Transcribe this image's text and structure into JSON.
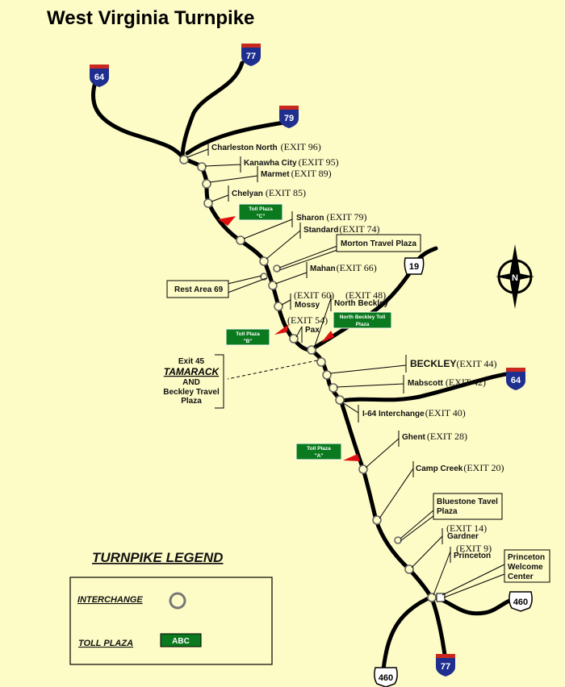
{
  "title": "West Virginia Turnpike",
  "shields": {
    "i64_west": "64",
    "i77_north": "77",
    "i79": "79",
    "us19": "19",
    "i64_east": "64",
    "i77_south": "77",
    "us460_east": "460",
    "us460_south": "460"
  },
  "exits": [
    {
      "name": "Charleston North",
      "exit": "(EXIT 96)"
    },
    {
      "name": "Kanawha City",
      "exit": "(EXIT 95)"
    },
    {
      "name": "Marmet",
      "exit": "(EXIT 89)"
    },
    {
      "name": "Chelyan",
      "exit": "(EXIT 85)"
    },
    {
      "name": "Sharon",
      "exit": "(EXIT 79)"
    },
    {
      "name": "Standard",
      "exit": "(EXIT 74)"
    },
    {
      "name": "Mahan",
      "exit": "(EXIT 66)"
    },
    {
      "name": "Mossy",
      "exit": "(EXIT 60)"
    },
    {
      "name": "Pax",
      "exit": "(EXIT 54)"
    },
    {
      "name": "North Beckley",
      "exit": "(EXIT 48)"
    },
    {
      "name": "BECKLEY",
      "exit": "(EXIT 44)"
    },
    {
      "name": "Mabscott",
      "exit": "(EXIT 42)"
    },
    {
      "name": "I-64 Interchange",
      "exit": "(EXIT 40)"
    },
    {
      "name": "Ghent",
      "exit": "(EXIT 28)"
    },
    {
      "name": "Camp Creek",
      "exit": "(EXIT 20)"
    },
    {
      "name": "Gardner",
      "exit": "(EXIT 14)"
    },
    {
      "name": "Princeton",
      "exit": "(EXIT 9)"
    }
  ],
  "boxes": {
    "morton": "Morton Travel Plaza",
    "rest69": "Rest Area 69",
    "bluestone": [
      "Bluestone Tavel",
      "Plaza"
    ],
    "welcome": [
      "Princeton",
      "Welcome",
      "Center"
    ]
  },
  "tamarack": {
    "line1": "Exit 45",
    "line2": "TAMARACK",
    "line3": "AND",
    "line4": "Beckley Travel",
    "line5": "Plaza"
  },
  "toll_plazas": {
    "c": [
      "Toll Plaza",
      "\"C\""
    ],
    "b": [
      "Toll Plaza",
      "\"B\""
    ],
    "a": [
      "Toll Plaza",
      "\"A\""
    ],
    "north_beckley": [
      "North Beckley Toll",
      "Plaza"
    ]
  },
  "compass": "N",
  "legend": {
    "title": "TURNPIKE LEGEND",
    "interchange": "INTERCHANGE",
    "toll_plaza": "TOLL PLAZA",
    "sample": "ABC"
  },
  "colors": {
    "background": "#fdfbc6",
    "sign_green": "#0b7a1e",
    "flag_red": "#e01010",
    "interstate_blue": "#1f2f8f",
    "interstate_red": "#c8281e"
  }
}
